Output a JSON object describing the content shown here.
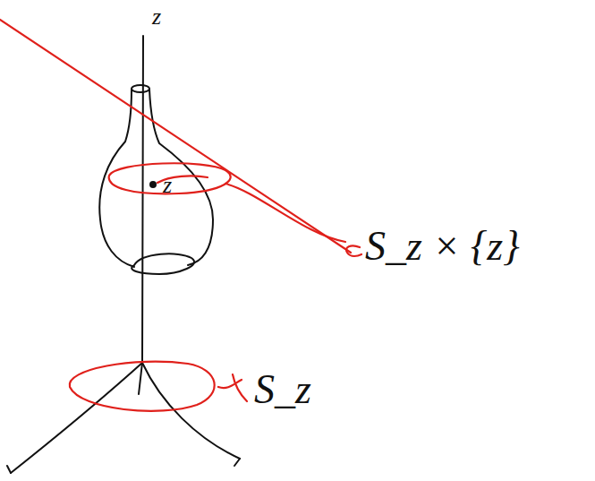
{
  "diagram": {
    "labels": [
      "z",
      "z",
      "S_z × {z}",
      "S_z"
    ]
  }
}
